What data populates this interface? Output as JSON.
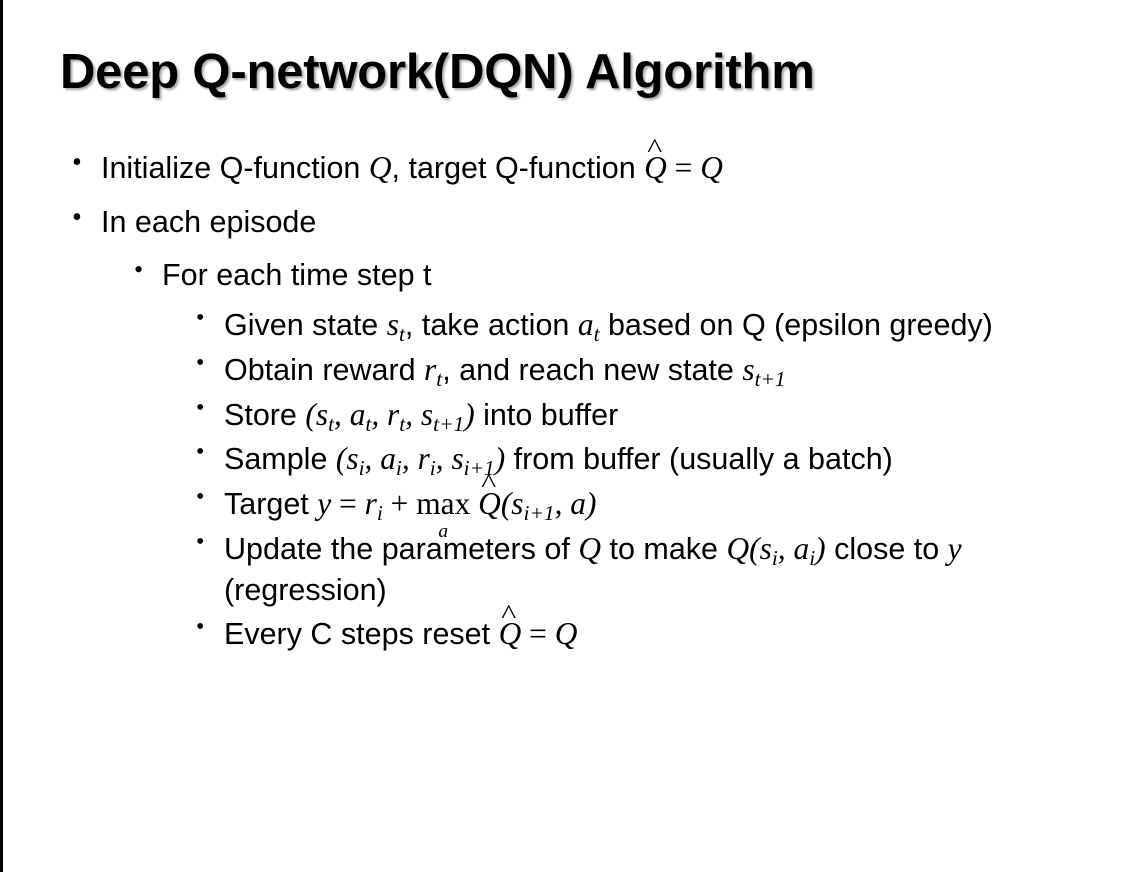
{
  "slide": {
    "title": "Deep Q-network(DQN) Algorithm",
    "background_color": "#ffffff",
    "text_color": "#000000",
    "border_color": "#000000",
    "bullet_glyph": "•"
  },
  "content": [
    {
      "level": 1,
      "name": "bullet-initialize-q-function",
      "text_plain": "Initialize Q-function Q, target Q-function Q̂ = Q",
      "parts": [
        {
          "kind": "text",
          "value": "Initialize Q-function "
        },
        {
          "kind": "math",
          "value": "Q"
        },
        {
          "kind": "text",
          "value": ", target Q-function "
        },
        {
          "kind": "math",
          "value": "Q̂ = Q"
        }
      ]
    },
    {
      "level": 1,
      "name": "bullet-in-each-episode",
      "text_plain": "In each episode",
      "parts": [
        {
          "kind": "text",
          "value": "In each episode"
        }
      ]
    },
    {
      "level": 2,
      "name": "bullet-for-each-time-step",
      "text_plain": "For each time step t",
      "parts": [
        {
          "kind": "text",
          "value": "For each time step t"
        }
      ]
    },
    {
      "level": 3,
      "name": "bullet-given-state-take-action",
      "text_plain": "Given state s_t, take action a_t based on Q (epsilon greedy)",
      "parts": [
        {
          "kind": "text",
          "value": "Given state "
        },
        {
          "kind": "math",
          "value": "s_t"
        },
        {
          "kind": "text",
          "value": ", take action "
        },
        {
          "kind": "math",
          "value": "a_t"
        },
        {
          "kind": "text",
          "value": " based on Q (epsilon greedy)"
        }
      ]
    },
    {
      "level": 3,
      "name": "bullet-obtain-reward",
      "text_plain": "Obtain reward r_t, and reach new state s_{t+1}",
      "parts": [
        {
          "kind": "text",
          "value": "Obtain reward "
        },
        {
          "kind": "math",
          "value": "r_t"
        },
        {
          "kind": "text",
          "value": ", and reach new state "
        },
        {
          "kind": "math",
          "value": "s_{t+1}"
        }
      ]
    },
    {
      "level": 3,
      "name": "bullet-store-into-buffer",
      "text_plain": "Store (s_t, a_t, r_t, s_{t+1}) into buffer",
      "parts": [
        {
          "kind": "text",
          "value": "Store "
        },
        {
          "kind": "math",
          "value": "(s_t, a_t, r_t, s_{t+1})"
        },
        {
          "kind": "text",
          "value": " into buffer"
        }
      ]
    },
    {
      "level": 3,
      "name": "bullet-sample-from-buffer",
      "text_plain": "Sample (s_i, a_i, r_i, s_{i+1}) from buffer (usually a batch)",
      "parts": [
        {
          "kind": "text",
          "value": "Sample "
        },
        {
          "kind": "math",
          "value": "(s_i, a_i, r_i, s_{i+1})"
        },
        {
          "kind": "text",
          "value": " from buffer (usually a batch)"
        }
      ]
    },
    {
      "level": 3,
      "name": "bullet-target-equation",
      "text_plain": "Target y = r_i + max_a Q̂(s_{i+1}, a)",
      "parts": [
        {
          "kind": "text",
          "value": "Target "
        },
        {
          "kind": "math",
          "value": "y = r_i + max_a Q̂(s_{i+1}, a)"
        }
      ],
      "equation": {
        "lhs": "y",
        "relation": "=",
        "rhs": "r_i + max_a Q̂(s_{i+1}, a)",
        "operator": "max",
        "operator_limit": "a"
      }
    },
    {
      "level": 3,
      "name": "bullet-update-parameters",
      "text_plain": "Update the parameters of Q to make Q(s_i, a_i) close to y (regression)",
      "parts": [
        {
          "kind": "text",
          "value": "Update the parameters of "
        },
        {
          "kind": "math",
          "value": "Q"
        },
        {
          "kind": "text",
          "value": " to make "
        },
        {
          "kind": "math",
          "value": "Q(s_i, a_i)"
        },
        {
          "kind": "text",
          "value": " close to "
        },
        {
          "kind": "math",
          "value": "y"
        },
        {
          "kind": "text",
          "value": " (regression)"
        }
      ]
    },
    {
      "level": 3,
      "name": "bullet-every-c-steps-reset",
      "text_plain": "Every C steps reset Q̂ = Q",
      "parts": [
        {
          "kind": "text",
          "value": "Every C steps reset "
        },
        {
          "kind": "math",
          "value": "Q̂ = Q"
        }
      ]
    }
  ],
  "symbols": {
    "q": "Q",
    "q_hat": "Q̂",
    "equals": "=",
    "plus": "+",
    "max": "max",
    "limit_a": "a",
    "y": "y",
    "s": "s",
    "a": "a",
    "r": "r",
    "sub_t": "t",
    "sub_i": "i",
    "sub_t_plus_1": "t+1",
    "sub_i_plus_1": "i+1",
    "comma": ",",
    "paren_open": "(",
    "paren_close": ")"
  }
}
